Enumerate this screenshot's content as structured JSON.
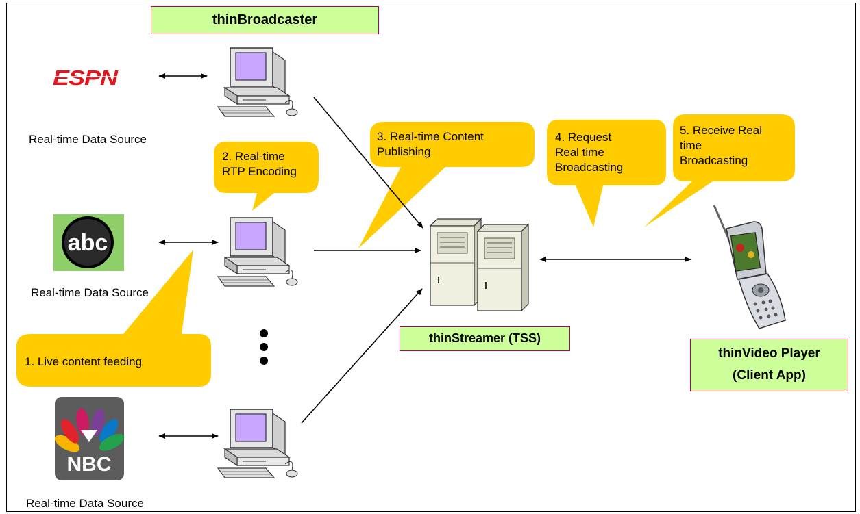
{
  "titles": {
    "broadcaster": "thinBroadcaster",
    "streamer": "thinStreamer (TSS)",
    "player_line1": "thinVideo Player",
    "player_line2": "(Client App)"
  },
  "sources": [
    {
      "logo": "ESPN",
      "label": "Real-time Data Source"
    },
    {
      "logo": "abc",
      "label": "Real-time Data Source"
    },
    {
      "logo": "NBC",
      "label": "Real-time Data Source"
    }
  ],
  "callouts": {
    "c1": "1. Live content feeding",
    "c2_line1": "2. Real-time",
    "c2_line2": "RTP Encoding",
    "c3_line1": "3. Real-time Content",
    "c3_line2": "Publishing",
    "c4_line1": "4. Request",
    "c4_line2": "Real time",
    "c4_line3": "Broadcasting",
    "c5_line1": "5. Receive Real",
    "c5_line2": "time",
    "c5_line3": "Broadcasting"
  },
  "colors": {
    "callout": "#ffcc00",
    "title_box": "#ccff99",
    "title_border": "#b00060",
    "monitor_screen": "#c8a8ff",
    "espn_red": "#e8141c"
  },
  "icons": [
    "computer-icon",
    "server-icon",
    "flip-phone-icon",
    "espn-logo",
    "abc-logo",
    "nbc-logo"
  ]
}
